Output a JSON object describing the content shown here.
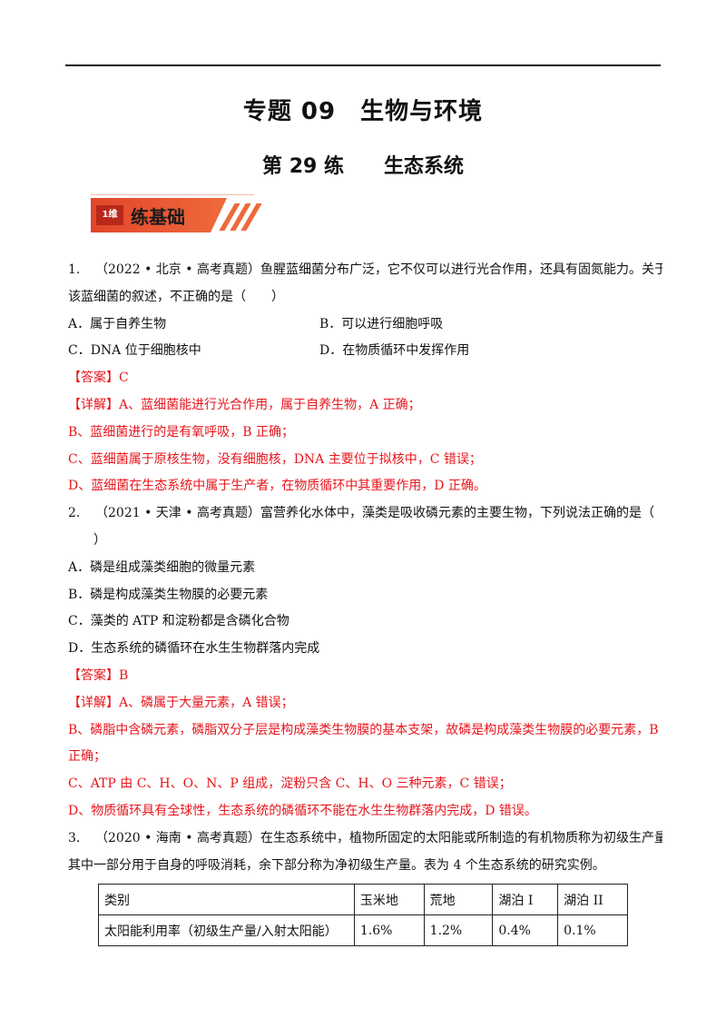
{
  "header": {
    "title": "专题 09　生物与环境",
    "subtitle": "第 29 练　　生态系统"
  },
  "banner": {
    "tag": "1维",
    "label": "练基础"
  },
  "questions": [
    {
      "number": "1.",
      "source": "（2022 • 北京 • 高考真题）",
      "stem_lines": [
        "鱼腥蓝细菌分布广泛，它不仅可以进行光合作用，还具有固氮能力。关于",
        "该蓝细菌的叙述，不正确的是（　　）"
      ],
      "options": [
        "A．属于自养生物",
        "B．可以进行细胞呼吸",
        "C．DNA 位于细胞核中",
        "D．在物质循环中发挥作用"
      ],
      "answer_label": "【答案】",
      "answer": "C",
      "explain_lines": [
        "【详解】A、蓝细菌能进行光合作用，属于自养生物，A 正确；",
        "B、蓝细菌进行的是有氧呼吸，B 正确；",
        "C、蓝细菌属于原核生物，没有细胞核，DNA 主要位于拟核中，C 错误；",
        "D、蓝细菌在生态系统中属于生产者，在物质循环中其重要作用，D 正确。"
      ]
    },
    {
      "number": "2.",
      "source": "（2021 • 天津 • 高考真题）",
      "stem_lines": [
        "富营养化水体中，藻类是吸收磷元素的主要生物，下列说法正确的是（",
        "　　）"
      ],
      "options": [
        "A．磷是组成藻类细胞的微量元素",
        "B．磷是构成藻类生物膜的必要元素",
        "C．藻类的 ATP 和淀粉都是含磷化合物",
        "D．生态系统的磷循环在水生生物群落内完成"
      ],
      "answer_label": "【答案】",
      "answer": "B",
      "explain_lines": [
        "【详解】A、磷属于大量元素，A 错误；",
        "B、磷脂中含磷元素，磷脂双分子层是构成藻类生物膜的基本支架，故磷是构成藻类生物膜的必要元素，B",
        "正确；",
        "C、ATP 由 C、H、O、N、P 组成，淀粉只含 C、H、O 三种元素，C 错误；",
        "D、物质循环具有全球性，生态系统的磷循环不能在水生生物群落内完成，D 错误。"
      ]
    },
    {
      "number": "3.",
      "source": "（2020 • 海南 • 高考真题）",
      "stem_lines": [
        "在生态系统中，植物所固定的太阳能或所制造的有机物质称为初级生产量，",
        "其中一部分用于自身的呼吸消耗，余下部分称为净初级生产量。表为 4 个生态系统的研究实例。"
      ],
      "table": {
        "headers": [
          "类别",
          "玉米地",
          "荒地",
          "湖泊 I",
          "湖泊 II"
        ],
        "row": [
          "太阳能利用率（初级生产量/入射太阳能）",
          "1.6%",
          "1.2%",
          "0.4%",
          "0.1%"
        ]
      }
    }
  ],
  "colors": {
    "answer": "#e8141b",
    "banner": "#e2452a"
  }
}
